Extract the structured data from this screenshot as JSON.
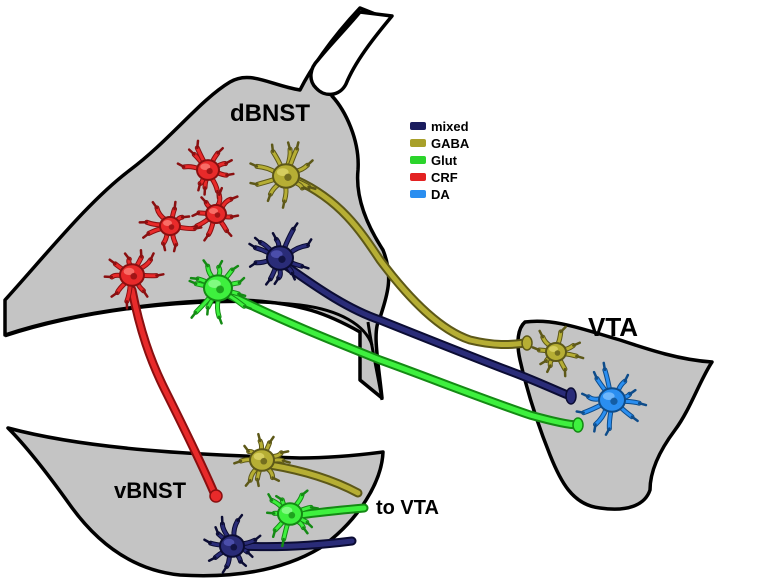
{
  "regions": {
    "dbnst": "dBNST",
    "vbnst": "vBNST",
    "vta": "VTA"
  },
  "output_label": "to VTA",
  "legend": [
    {
      "key": "mixed",
      "label": "mixed",
      "color": "#1a1c5e"
    },
    {
      "key": "gaba",
      "label": "GABA",
      "color": "#a8a02a"
    },
    {
      "key": "glut",
      "label": "Glut",
      "color": "#2bd42b"
    },
    {
      "key": "crf",
      "label": "CRF",
      "color": "#e32222"
    },
    {
      "key": "da",
      "label": "DA",
      "color": "#2a8ef0"
    }
  ]
}
